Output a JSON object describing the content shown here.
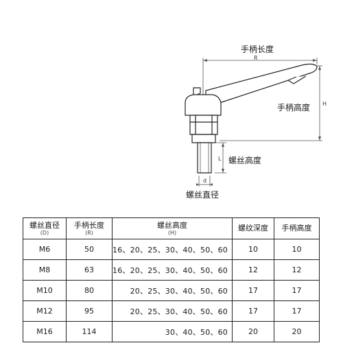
{
  "labels": {
    "handle_length": "手柄长度",
    "handle_height": "手柄高度",
    "thread_height": "螺丝高度",
    "thread_diameter": "螺丝直径",
    "dim_R": "R",
    "dim_H": "H",
    "dim_L": "L",
    "dim_d": "d"
  },
  "table": {
    "headers": [
      {
        "label": "螺丝直径",
        "sub": "(D)"
      },
      {
        "label": "手柄长度",
        "sub": "(R)"
      },
      {
        "label": "螺丝高度",
        "sub": "(H)"
      },
      {
        "label": "螺纹深度",
        "sub": ""
      },
      {
        "label": "手柄高度",
        "sub": ""
      }
    ],
    "rows": [
      [
        "M6",
        "50",
        "16、20、25、30、40、50、60",
        "10",
        "10"
      ],
      [
        "M8",
        "63",
        "16、20、25、30、40、50、60",
        "12",
        "12"
      ],
      [
        "M10",
        "80",
        "20、25、30、40、50、60",
        "17",
        "17"
      ],
      [
        "M12",
        "95",
        "20、25、30、40、50、60",
        "17",
        "17"
      ],
      [
        "M16",
        "114",
        "30、40、50、60",
        "20",
        "20"
      ]
    ]
  },
  "colors": {
    "line": "#222222",
    "dim_line": "#555555",
    "metal_fill": "#ffffff"
  }
}
